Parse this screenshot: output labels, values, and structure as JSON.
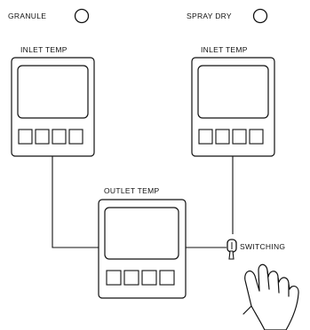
{
  "indicators": {
    "granule_label": "GRANULE",
    "spray_dry_label": "SPRAY DRY"
  },
  "controllers": {
    "left_inlet_label": "INLET TEMP",
    "right_inlet_label": "INLET TEMP",
    "outlet_label": "OUTLET TEMP"
  },
  "switch": {
    "label": "SWITCHING",
    "icon": "toggle-switch-icon"
  },
  "hand": {
    "icon": "pointing-hand-icon"
  }
}
